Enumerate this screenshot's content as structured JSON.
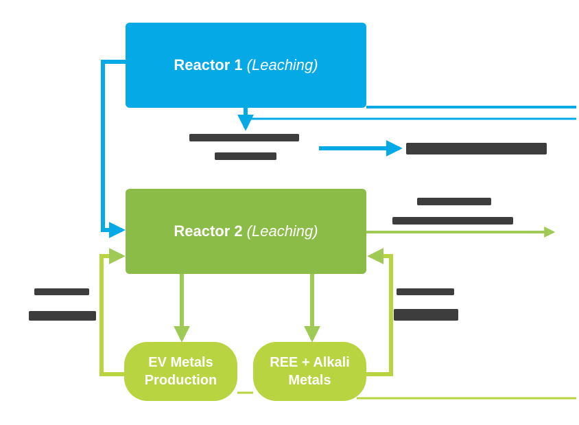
{
  "reactor1": {
    "name": "Reactor 1",
    "mode": "(Leaching)"
  },
  "reactor2": {
    "name": "Reactor 2",
    "mode": "(Leaching)"
  },
  "ev_metals": {
    "line1": "EV Metals",
    "line2": "Production"
  },
  "ree_alkali": {
    "line1": "REE + Alkali",
    "line2": "Metals"
  },
  "colors": {
    "reactor1": "#05a9e6",
    "reactor2": "#8cbc48",
    "product": "#b8d441",
    "blue_line": "#05a9e6",
    "green_line": "#9fca55"
  }
}
